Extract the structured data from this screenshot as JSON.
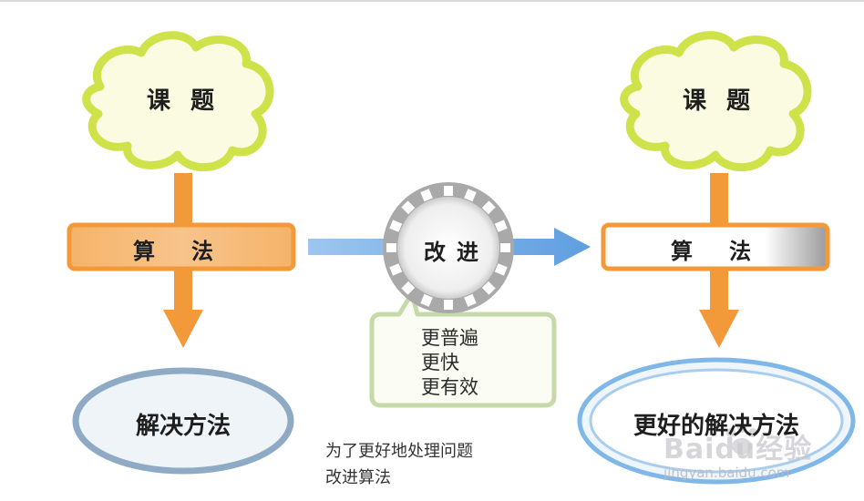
{
  "left_flow": {
    "topic_label": "课题",
    "algorithm_label": "算法",
    "solution_label": "解决方法"
  },
  "right_flow": {
    "topic_label": "课题",
    "algorithm_label": "算法",
    "solution_label": "更好的解决方法"
  },
  "improve": {
    "label": "改进",
    "bubble_lines": [
      "更普遍",
      "更快",
      "更有效"
    ]
  },
  "caption_lines": [
    "为了更好地处理问题",
    "改进算法"
  ],
  "watermark": {
    "brand": "Baidu经验",
    "url": "jingyan.baidu.com"
  },
  "colors": {
    "cloud_fill": "#fbfbe2",
    "cloud_stroke": "#cfe24a",
    "orange": "#f29a3a",
    "orange_light": "#f8c58a",
    "ellipse_fill": "#eef4f8",
    "ellipse_stroke": "#8faac4",
    "ellipse_right_stroke": "#7fb7e8",
    "blue_arrow": "#74aee6",
    "gear": "#a9a9a9",
    "bubble_stroke": "#c6d9a8",
    "bubble_fill": "#fbfdf5"
  }
}
